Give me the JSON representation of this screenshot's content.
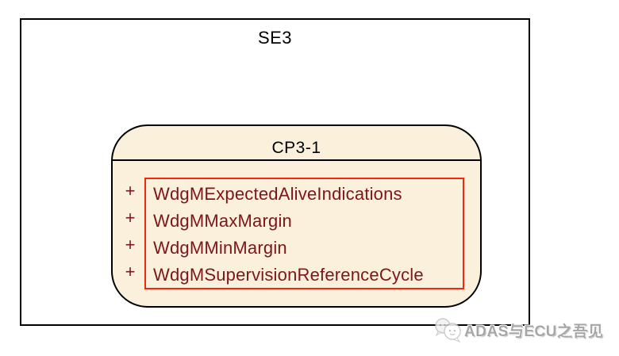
{
  "diagram": {
    "outer_label": "SE3",
    "component": {
      "title": "CP3-1",
      "parameters": [
        {
          "prefix": "+",
          "name": "WdgMExpectedAliveIndications"
        },
        {
          "prefix": "+",
          "name": "WdgMMaxMargin"
        },
        {
          "prefix": "+",
          "name": "WdgMMinMargin"
        },
        {
          "prefix": "+",
          "name": "WdgMSupervisionReferenceCycle"
        }
      ]
    }
  },
  "watermark": {
    "text": "ADAS与ECU之吾见",
    "logo": "chat-bubble-face-icon"
  },
  "colors": {
    "component_fill": "#FAF0DC",
    "border_black": "#000000",
    "highlight_red": "#F2270E",
    "parameter_text": "#7D161A",
    "watermark_gray": "#A6A6A6"
  }
}
